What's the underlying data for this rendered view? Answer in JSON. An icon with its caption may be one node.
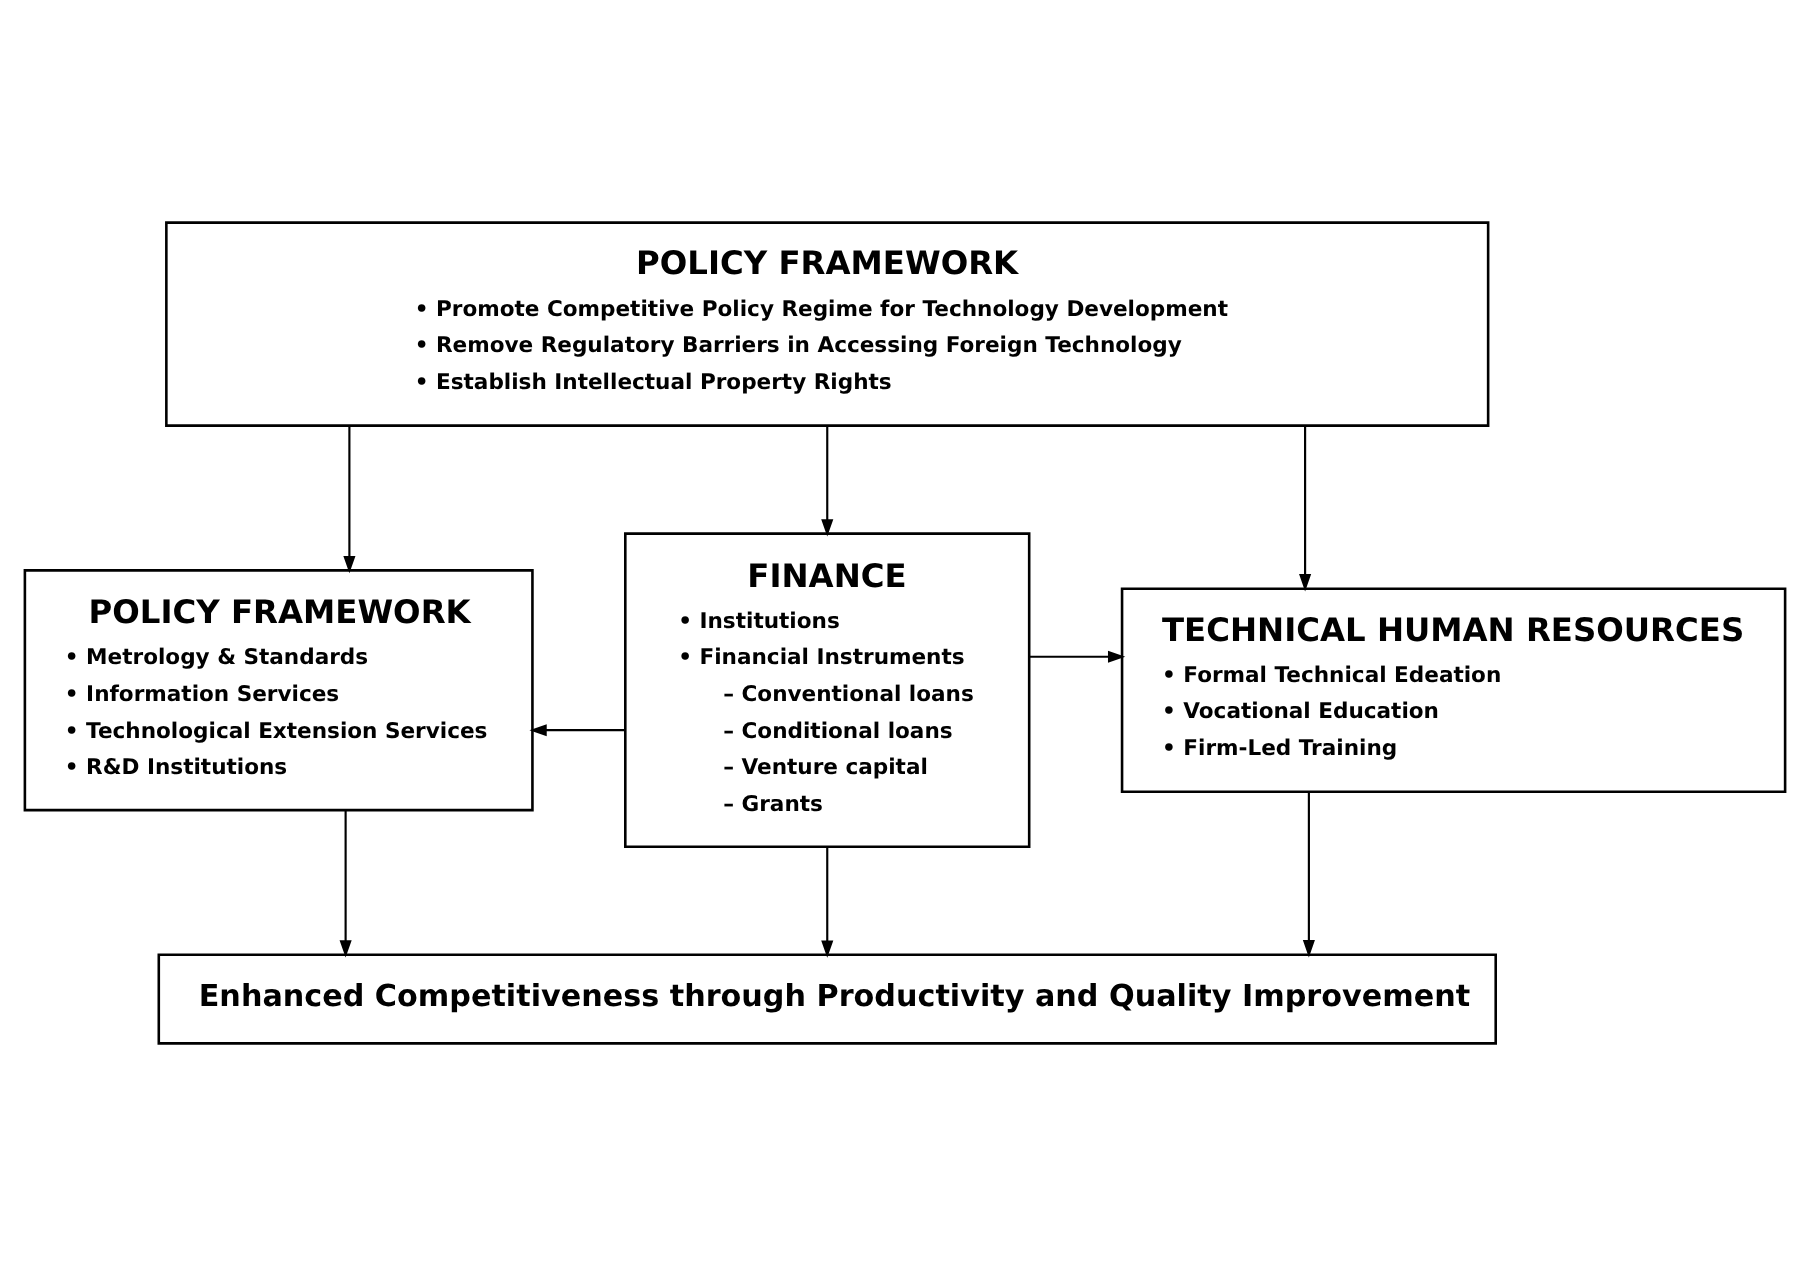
{
  "diagram": {
    "nodes": [
      {
        "text": [
          "POLICY FRAMEWORK",
          "• Promote Competitive Policy Regime for Technology Development",
          "• Remove Regulatory Barriers in Accessing Foreign Technology",
          "• Establish Intellectual Property Rights"
        ]
      },
      {
        "text": [
          "POLICY FRAMEWORK",
          "• Metrology & Standards",
          "• Information Services",
          "• Technological Extension Services",
          "• R&D Institutions"
        ]
      },
      {
        "text": [
          "FINANCE",
          "• Institutions",
          "• Financial Instruments",
          "– Conventional loans",
          "– Conditional loans",
          "– Venture capital",
          "– Grants"
        ]
      },
      {
        "text": [
          "TECHNICAL HUMAN RESOURCES",
          "• Formal Technical Edeation",
          "• Vocational Education",
          "• Firm-Led Training"
        ]
      },
      {
        "text": [
          "Enhanced Competitiveness through Productivity and Quality Improvement"
        ]
      }
    ],
    "edges": [
      {
        "from": 0,
        "to": 1,
        "arrow": "to"
      },
      {
        "from": 0,
        "to": 2,
        "arrow": "to"
      },
      {
        "from": 0,
        "to": 3,
        "arrow": "to"
      },
      {
        "from": 2,
        "to": 1,
        "arrow": "to"
      },
      {
        "from": 2,
        "to": 3,
        "arrow": "to"
      },
      {
        "from": 1,
        "to": 4,
        "arrow": "to"
      },
      {
        "from": 2,
        "to": 4,
        "arrow": "to"
      },
      {
        "from": 3,
        "to": 4,
        "arrow": "to"
      }
    ]
  }
}
